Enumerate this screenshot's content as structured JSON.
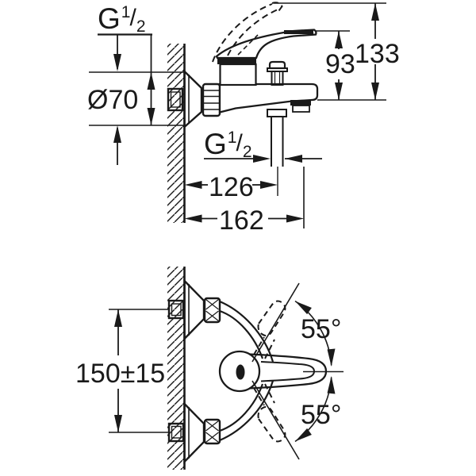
{
  "side_view": {
    "inlet_thread_label": {
      "prefix": "G",
      "numerator": "1",
      "slash": "/",
      "denominator": "2"
    },
    "escutcheon_diameter": "Ø70",
    "lever_height": "93",
    "max_height": "133",
    "outlet_thread_label": {
      "prefix": "G",
      "numerator": "1",
      "slash": "/",
      "denominator": "2"
    },
    "wall_to_shower_outlet": "126",
    "wall_to_spout_tip": "162"
  },
  "plan_view": {
    "connection_spacing": "150±15",
    "lever_swing_upper": "55°",
    "lever_swing_lower": "55°"
  },
  "colors": {
    "line": "#1a1a1a",
    "background": "#ffffff"
  }
}
